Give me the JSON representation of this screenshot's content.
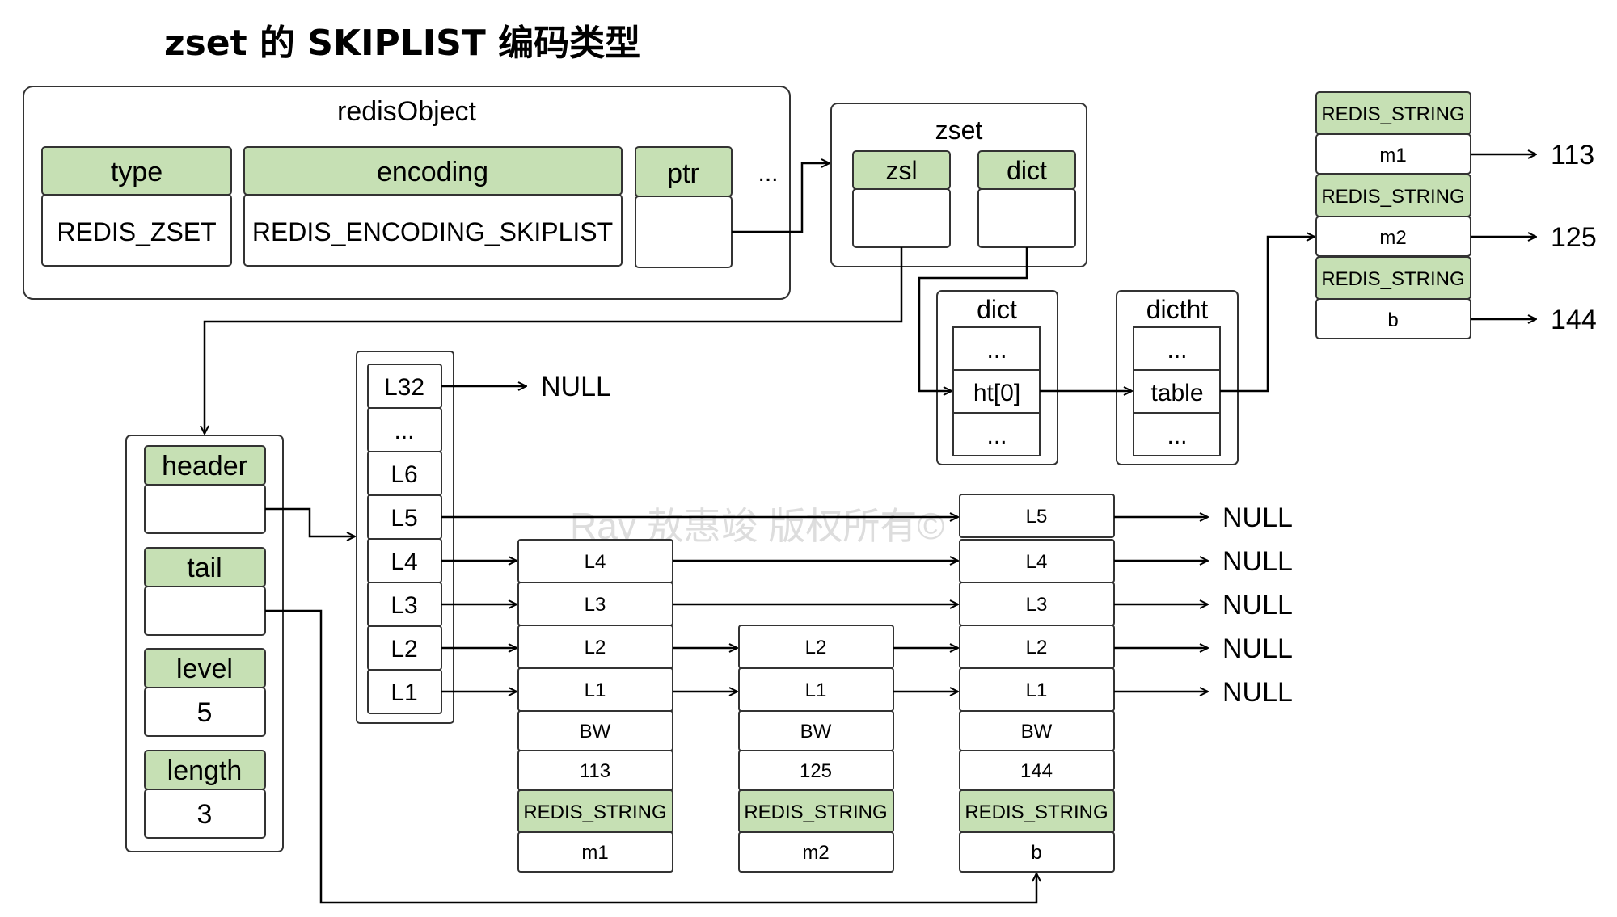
{
  "title": "zset 的 SKIPLIST 编码类型",
  "watermark": "Ray 敖惠竣 版权所有©",
  "colors": {
    "green_fill": "#c6e0b4",
    "border": "#333333",
    "line": "#000000",
    "background": "#ffffff",
    "watermark": "#dddddd"
  },
  "redis_object": {
    "label": "redisObject",
    "type_label": "type",
    "type_value": "REDIS_ZSET",
    "encoding_label": "encoding",
    "encoding_value": "REDIS_ENCODING_SKIPLIST",
    "ptr_label": "ptr",
    "ptr_value": "",
    "ellipsis": "..."
  },
  "zset": {
    "label": "zset",
    "zsl_label": "zsl",
    "dict_label": "dict"
  },
  "dict": {
    "label": "dict",
    "rows": [
      "...",
      "ht[0]",
      "..."
    ]
  },
  "dictht": {
    "label": "dictht",
    "rows": [
      "...",
      "table",
      "..."
    ]
  },
  "hash_entries": [
    {
      "type": "REDIS_STRING",
      "member": "m1",
      "score": "113"
    },
    {
      "type": "REDIS_STRING",
      "member": "m2",
      "score": "125"
    },
    {
      "type": "REDIS_STRING",
      "member": "b",
      "score": "144"
    }
  ],
  "zskiplist": {
    "fields": [
      {
        "label": "header",
        "value": ""
      },
      {
        "label": "tail",
        "value": ""
      },
      {
        "label": "level",
        "value": "5"
      },
      {
        "label": "length",
        "value": "3"
      }
    ]
  },
  "header_levels": [
    "L32",
    "...",
    "L6",
    "L5",
    "L4",
    "L3",
    "L2",
    "L1"
  ],
  "null_label": "NULL",
  "nodes": [
    {
      "levels": [
        "L4",
        "L3",
        "L2",
        "L1"
      ],
      "backward": "BW",
      "score": "113",
      "obj_type": "REDIS_STRING",
      "member": "m1"
    },
    {
      "levels": [
        "L2",
        "L1"
      ],
      "backward": "BW",
      "score": "125",
      "obj_type": "REDIS_STRING",
      "member": "m2"
    },
    {
      "levels": [
        "L5",
        "L4",
        "L3",
        "L2",
        "L1"
      ],
      "backward": "BW",
      "score": "144",
      "obj_type": "REDIS_STRING",
      "member": "b"
    }
  ]
}
